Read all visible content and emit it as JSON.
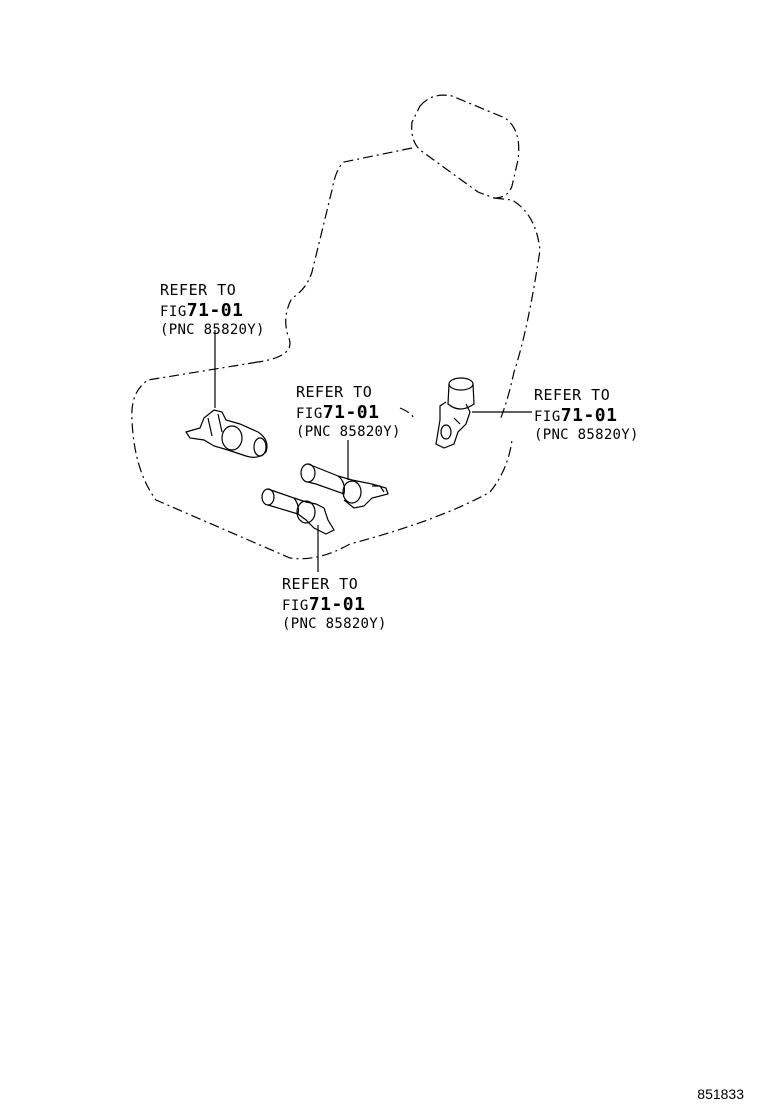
{
  "callouts": [
    {
      "line1": "REFER TO",
      "fig_prefix": "FIG",
      "fig_number": "71-01",
      "pnc": "(PNC 85820Y)"
    },
    {
      "line1": "REFER TO",
      "fig_prefix": "FIG",
      "fig_number": "71-01",
      "pnc": "(PNC 85820Y)"
    },
    {
      "line1": "REFER TO",
      "fig_prefix": "FIG",
      "fig_number": "71-01",
      "pnc": "(PNC 85820Y)"
    },
    {
      "line1": "REFER TO",
      "fig_prefix": "FIG",
      "fig_number": "71-01",
      "pnc": "(PNC 85820Y)"
    }
  ],
  "drawing_number": "851833"
}
